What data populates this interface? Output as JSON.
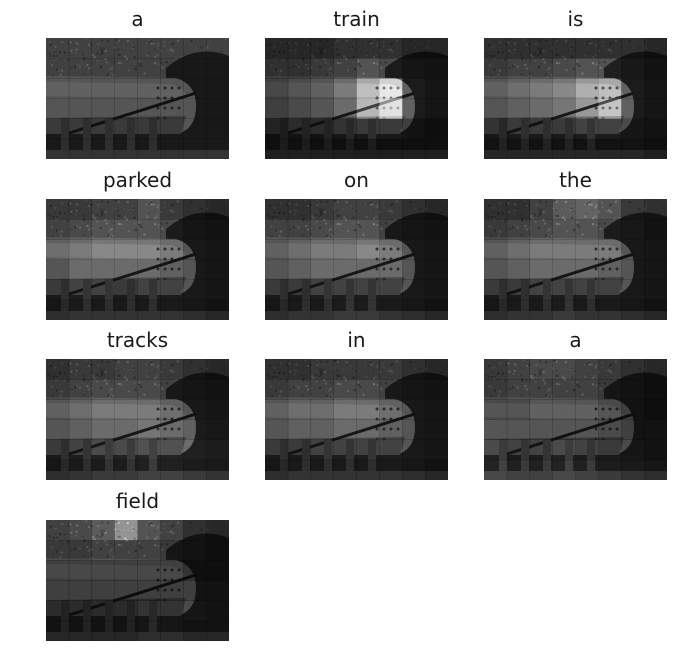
{
  "figure": {
    "panels": [
      {
        "caption": "a",
        "attention": [
          [
            0.2,
            0.2,
            0.2,
            0.2,
            0.2,
            0.2,
            0.2,
            0.2
          ],
          [
            0.2,
            0.2,
            0.2,
            0.2,
            0.2,
            0.2,
            0.2,
            0.2
          ],
          [
            0.2,
            0.2,
            0.2,
            0.2,
            0.2,
            0.2,
            0.2,
            0.2
          ],
          [
            0.2,
            0.2,
            0.2,
            0.2,
            0.2,
            0.2,
            0.2,
            0.2
          ],
          [
            0.2,
            0.2,
            0.2,
            0.2,
            0.2,
            0.2,
            0.2,
            0.2
          ],
          [
            0.2,
            0.2,
            0.2,
            0.2,
            0.2,
            0.2,
            0.2,
            0.2
          ]
        ]
      },
      {
        "caption": "train",
        "attention": [
          [
            0.05,
            0.05,
            0.05,
            0.1,
            0.1,
            0.1,
            0.05,
            0.05
          ],
          [
            0.1,
            0.1,
            0.15,
            0.2,
            0.3,
            0.25,
            0.15,
            0.1
          ],
          [
            0.1,
            0.15,
            0.2,
            0.3,
            0.55,
            0.7,
            0.25,
            0.15
          ],
          [
            0.1,
            0.15,
            0.2,
            0.3,
            0.6,
            0.9,
            0.25,
            0.15
          ],
          [
            0.05,
            0.1,
            0.1,
            0.15,
            0.2,
            0.2,
            0.1,
            0.05
          ],
          [
            0.05,
            0.05,
            0.05,
            0.05,
            0.05,
            0.05,
            0.05,
            0.05
          ]
        ]
      },
      {
        "caption": "is",
        "attention": [
          [
            0.1,
            0.1,
            0.1,
            0.1,
            0.1,
            0.1,
            0.1,
            0.05
          ],
          [
            0.15,
            0.2,
            0.2,
            0.25,
            0.3,
            0.3,
            0.2,
            0.1
          ],
          [
            0.2,
            0.25,
            0.3,
            0.35,
            0.5,
            0.55,
            0.25,
            0.15
          ],
          [
            0.2,
            0.25,
            0.3,
            0.35,
            0.5,
            0.65,
            0.25,
            0.15
          ],
          [
            0.15,
            0.2,
            0.2,
            0.2,
            0.25,
            0.25,
            0.15,
            0.1
          ],
          [
            0.1,
            0.1,
            0.1,
            0.1,
            0.1,
            0.1,
            0.1,
            0.05
          ]
        ]
      },
      {
        "caption": "parked",
        "attention": [
          [
            0.15,
            0.15,
            0.2,
            0.2,
            0.3,
            0.15,
            0.1,
            0.05
          ],
          [
            0.2,
            0.25,
            0.3,
            0.3,
            0.3,
            0.25,
            0.15,
            0.1
          ],
          [
            0.25,
            0.3,
            0.35,
            0.35,
            0.35,
            0.3,
            0.2,
            0.15
          ],
          [
            0.2,
            0.3,
            0.3,
            0.3,
            0.3,
            0.25,
            0.2,
            0.15
          ],
          [
            0.2,
            0.25,
            0.25,
            0.2,
            0.25,
            0.25,
            0.2,
            0.15
          ],
          [
            0.15,
            0.2,
            0.2,
            0.2,
            0.2,
            0.2,
            0.15,
            0.1
          ]
        ]
      },
      {
        "caption": "on",
        "attention": [
          [
            0.1,
            0.1,
            0.15,
            0.2,
            0.2,
            0.15,
            0.1,
            0.05
          ],
          [
            0.2,
            0.2,
            0.25,
            0.3,
            0.3,
            0.2,
            0.15,
            0.1
          ],
          [
            0.2,
            0.25,
            0.3,
            0.3,
            0.35,
            0.3,
            0.2,
            0.15
          ],
          [
            0.2,
            0.25,
            0.3,
            0.3,
            0.3,
            0.3,
            0.2,
            0.15
          ],
          [
            0.2,
            0.2,
            0.25,
            0.25,
            0.25,
            0.25,
            0.2,
            0.15
          ],
          [
            0.15,
            0.2,
            0.2,
            0.25,
            0.25,
            0.2,
            0.15,
            0.1
          ]
        ]
      },
      {
        "caption": "the",
        "attention": [
          [
            0.1,
            0.1,
            0.2,
            0.35,
            0.4,
            0.3,
            0.15,
            0.1
          ],
          [
            0.15,
            0.2,
            0.25,
            0.3,
            0.3,
            0.25,
            0.2,
            0.1
          ],
          [
            0.2,
            0.25,
            0.3,
            0.3,
            0.3,
            0.3,
            0.2,
            0.15
          ],
          [
            0.2,
            0.25,
            0.3,
            0.3,
            0.3,
            0.25,
            0.2,
            0.15
          ],
          [
            0.2,
            0.2,
            0.25,
            0.25,
            0.25,
            0.25,
            0.2,
            0.15
          ],
          [
            0.15,
            0.2,
            0.2,
            0.25,
            0.2,
            0.2,
            0.15,
            0.1
          ]
        ]
      },
      {
        "caption": "tracks",
        "attention": [
          [
            0.1,
            0.15,
            0.15,
            0.2,
            0.2,
            0.15,
            0.1,
            0.05
          ],
          [
            0.15,
            0.2,
            0.25,
            0.25,
            0.25,
            0.2,
            0.15,
            0.1
          ],
          [
            0.2,
            0.25,
            0.3,
            0.3,
            0.3,
            0.25,
            0.2,
            0.15
          ],
          [
            0.2,
            0.25,
            0.3,
            0.3,
            0.35,
            0.3,
            0.25,
            0.2
          ],
          [
            0.2,
            0.25,
            0.3,
            0.3,
            0.35,
            0.35,
            0.3,
            0.25
          ],
          [
            0.15,
            0.2,
            0.25,
            0.25,
            0.3,
            0.3,
            0.25,
            0.2
          ]
        ]
      },
      {
        "caption": "in",
        "attention": [
          [
            0.1,
            0.1,
            0.15,
            0.15,
            0.15,
            0.15,
            0.1,
            0.05
          ],
          [
            0.15,
            0.2,
            0.2,
            0.25,
            0.25,
            0.2,
            0.15,
            0.1
          ],
          [
            0.2,
            0.25,
            0.25,
            0.3,
            0.3,
            0.25,
            0.2,
            0.15
          ],
          [
            0.2,
            0.25,
            0.25,
            0.3,
            0.3,
            0.25,
            0.2,
            0.15
          ],
          [
            0.2,
            0.2,
            0.25,
            0.25,
            0.25,
            0.25,
            0.2,
            0.15
          ],
          [
            0.15,
            0.2,
            0.2,
            0.2,
            0.2,
            0.2,
            0.15,
            0.1
          ]
        ]
      },
      {
        "caption": "a",
        "attention": [
          [
            0.15,
            0.2,
            0.25,
            0.25,
            0.2,
            0.15,
            0.1,
            0.05
          ],
          [
            0.15,
            0.2,
            0.2,
            0.2,
            0.2,
            0.15,
            0.1,
            0.05
          ],
          [
            0.15,
            0.15,
            0.2,
            0.2,
            0.2,
            0.15,
            0.1,
            0.05
          ],
          [
            0.2,
            0.2,
            0.2,
            0.2,
            0.2,
            0.15,
            0.1,
            0.1
          ],
          [
            0.3,
            0.25,
            0.25,
            0.3,
            0.25,
            0.2,
            0.15,
            0.1
          ],
          [
            0.35,
            0.3,
            0.3,
            0.35,
            0.3,
            0.25,
            0.2,
            0.15
          ]
        ]
      },
      {
        "caption": "field",
        "attention": [
          [
            0.2,
            0.25,
            0.35,
            0.6,
            0.3,
            0.2,
            0.1,
            0.05
          ],
          [
            0.15,
            0.15,
            0.2,
            0.2,
            0.2,
            0.15,
            0.1,
            0.05
          ],
          [
            0.1,
            0.1,
            0.1,
            0.1,
            0.1,
            0.1,
            0.05,
            0.05
          ],
          [
            0.1,
            0.1,
            0.1,
            0.1,
            0.1,
            0.1,
            0.1,
            0.1
          ],
          [
            0.1,
            0.1,
            0.1,
            0.1,
            0.15,
            0.15,
            0.15,
            0.1
          ],
          [
            0.1,
            0.1,
            0.1,
            0.1,
            0.15,
            0.15,
            0.1,
            0.1
          ]
        ]
      }
    ]
  }
}
